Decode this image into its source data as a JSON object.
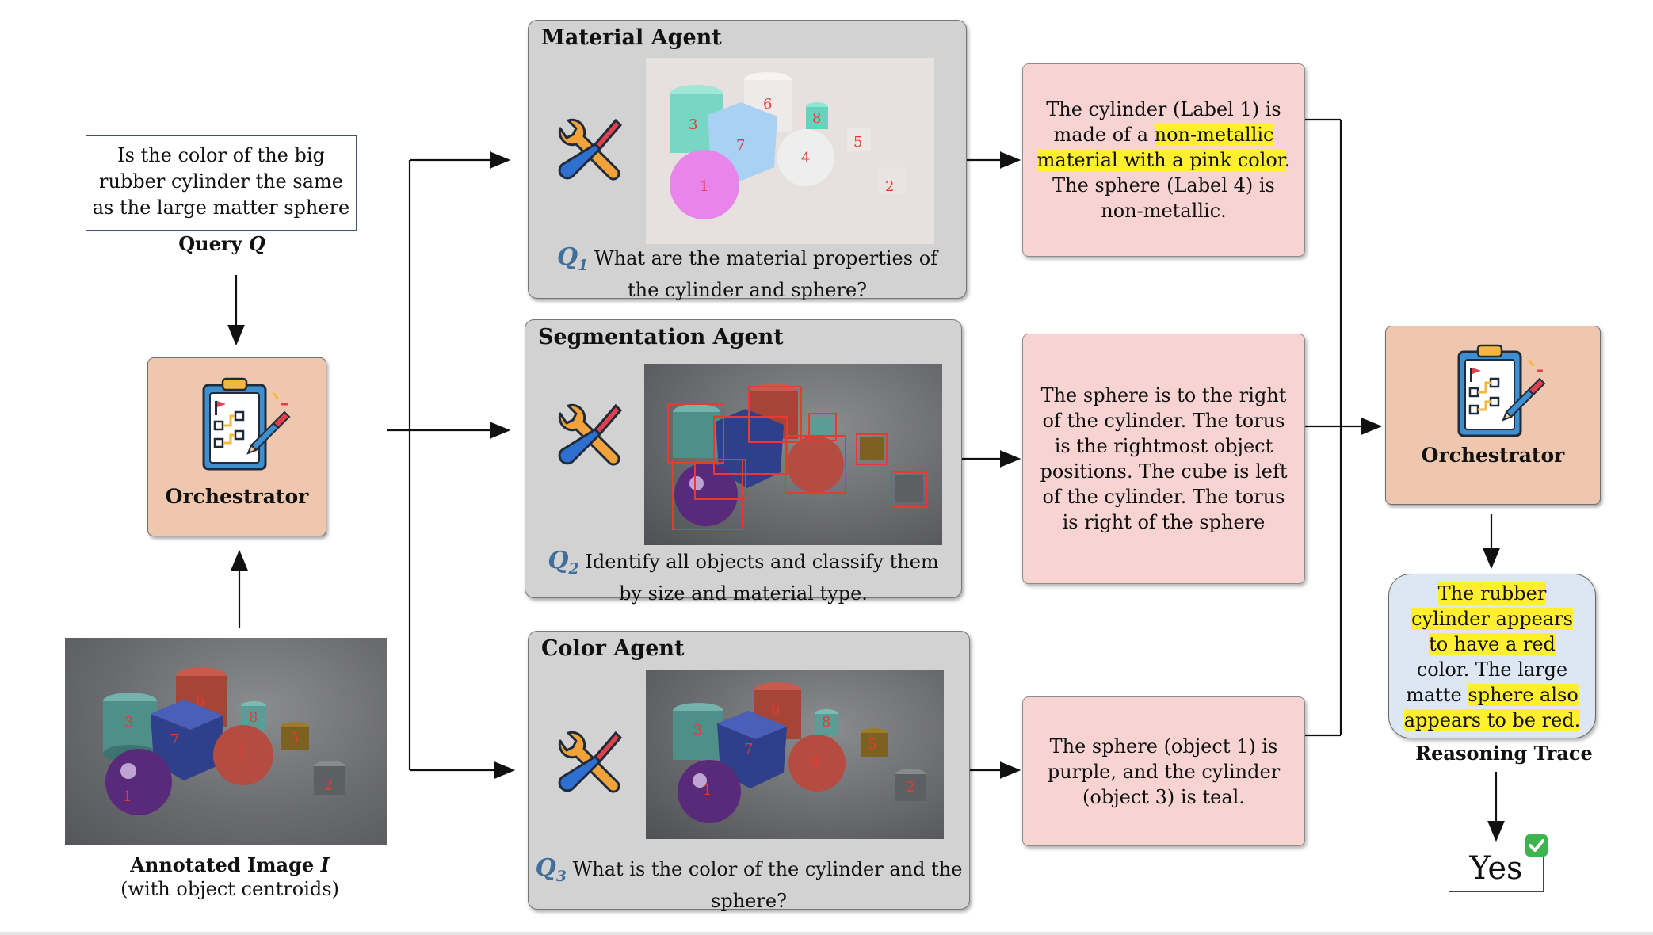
{
  "query": {
    "text_lines": [
      "Is the color of the big",
      "rubber cylinder the same",
      "as the large matter sphere"
    ],
    "caption": "Query",
    "symbol": "Q"
  },
  "orchestrator_left": {
    "label": "Orchestrator",
    "icon": "clipboard-checklist-icon"
  },
  "image_input": {
    "caption_line1": "Annotated Image",
    "symbol": "I",
    "caption_line2": "(with object centroids)",
    "object_labels": [
      "1",
      "3",
      "4",
      "5",
      "6",
      "7",
      "8",
      "2"
    ]
  },
  "agents": [
    {
      "title": "Material Agent",
      "query_label": "Q",
      "query_index": "1",
      "query_line1": "What are the material properties of",
      "query_line2": "the cylinder and sphere?",
      "image_labels": [
        "3",
        "6",
        "8",
        "7",
        "4",
        "5",
        "1",
        "2"
      ]
    },
    {
      "title": "Segmentation Agent",
      "query_label": "Q",
      "query_index": "2",
      "query_line1": "Identify all objects and classify them",
      "query_line2": "by  size and material type."
    },
    {
      "title": "Color Agent",
      "query_label": "Q",
      "query_index": "3",
      "query_line1": "What is the color of the cylinder and the",
      "query_line2": "sphere?",
      "image_labels": [
        "3",
        "6",
        "8",
        "7",
        "4",
        "5",
        "1",
        "2"
      ]
    }
  ],
  "responses": {
    "material": {
      "line1": "The cylinder (Label 1) is",
      "line2_plain": "made of a ",
      "line2_hl": "non-metallic",
      "line3_hl": "material with a pink color",
      "line3_end": ".",
      "line4": "The sphere (Label 4) is",
      "line5": "non-metallic."
    },
    "segmentation": {
      "lines": [
        "The sphere is to the right",
        "of the cylinder. The torus",
        "is the rightmost object",
        "positions. The cube is left",
        "of the cylinder. The torus",
        "is right of the sphere"
      ]
    },
    "color": {
      "lines": [
        "The sphere (object 1) is",
        "purple, and the cylinder",
        "(object 3) is teal."
      ]
    }
  },
  "orchestrator_right": {
    "label": "Orchestrator",
    "icon": "clipboard-checklist-icon"
  },
  "reasoning_trace": {
    "l1_hl": "The rubber",
    "l2_hl": "cylinder appears",
    "l3_hl": "to have a red",
    "l4": "color. The large",
    "l5_plain": "matte ",
    "l5_hl": "sphere also",
    "l6_hl": "appears to be red.",
    "caption": "Reasoning Trace"
  },
  "final_answer": {
    "text": "Yes",
    "badge": "check-mark-icon",
    "badge_color": "#3fb34f"
  },
  "colors": {
    "orchestrator_fill": "#eec7ae",
    "agent_fill": "#d2d2d2",
    "response_fill": "#f7d3d2",
    "trace_fill": "#dde7f3",
    "highlight": "#ffef2e",
    "query_label": "#3f6f9a"
  }
}
